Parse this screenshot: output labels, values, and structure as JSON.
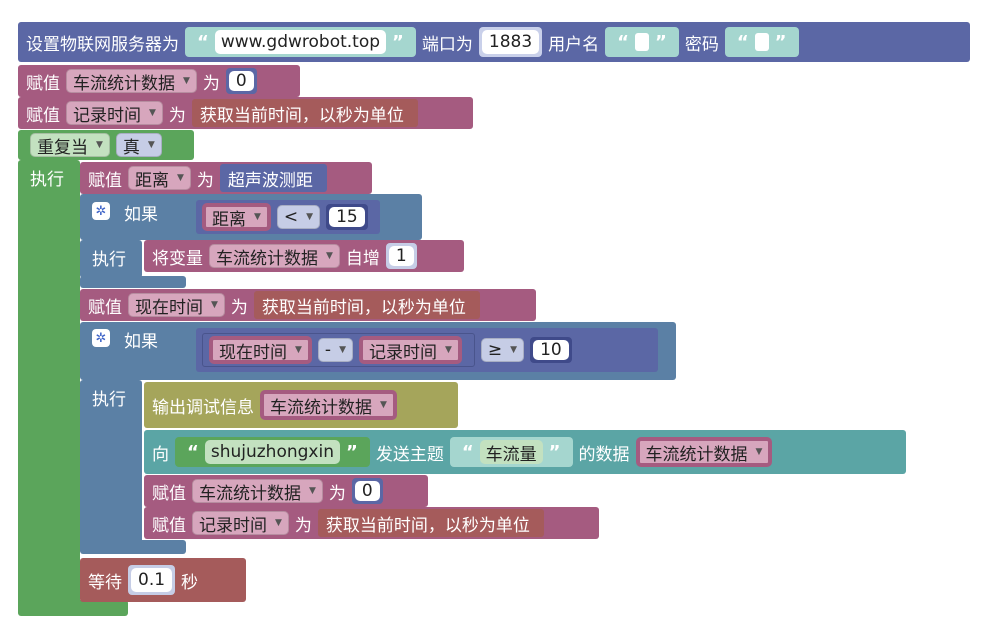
{
  "mqtt": {
    "label": "设置物联网服务器为",
    "server": "www.gdwrobot.top",
    "port_label": "端口为",
    "port": "1883",
    "user_label": "用户名",
    "pwd_label": "密码"
  },
  "assign1": {
    "label": "赋值",
    "var": "车流统计数据",
    "as": "为",
    "value": "0"
  },
  "assign2": {
    "label": "赋值",
    "var": "记录时间",
    "as": "为",
    "value": "获取当前时间，以秒为单位"
  },
  "loop": {
    "label": "重复当",
    "cond": "真",
    "do": "执行"
  },
  "assign3": {
    "label": "赋值",
    "var": "距离",
    "as": "为",
    "value": "超声波测距"
  },
  "if1": {
    "label": "如果",
    "left": "距离",
    "op": "<",
    "right": "15",
    "do": "执行",
    "inc_label": "将变量",
    "inc_var": "车流统计数据",
    "inc_word": "自增",
    "inc_val": "1"
  },
  "assign4": {
    "label": "赋值",
    "var": "现在时间",
    "as": "为",
    "value": "获取当前时间，以秒为单位"
  },
  "if2": {
    "label": "如果",
    "a": "现在时间",
    "minus": "-",
    "b": "记录时间",
    "op": "≥",
    "right": "10",
    "do": "执行"
  },
  "print": {
    "label": "输出调试信息",
    "var": "车流统计数据"
  },
  "publish": {
    "to": "向",
    "client": "shujuzhongxin",
    "topic_label": "发送主题",
    "topic": "车流量",
    "data_label": "的数据",
    "var": "车流统计数据"
  },
  "assign5": {
    "label": "赋值",
    "var": "车流统计数据",
    "as": "为",
    "value": "0"
  },
  "assign6": {
    "label": "赋值",
    "var": "记录时间",
    "as": "为",
    "value": "获取当前时间，以秒为单位"
  },
  "wait": {
    "label": "等待",
    "value": "0.1",
    "unit": "秒"
  },
  "colors": {
    "purple": "#5b67a5",
    "magenta": "#a55b80",
    "red": "#a55b5b",
    "green": "#5ba55b",
    "steel": "#5b80a5",
    "olive": "#a5a55b",
    "teal": "#5ba5a5"
  }
}
